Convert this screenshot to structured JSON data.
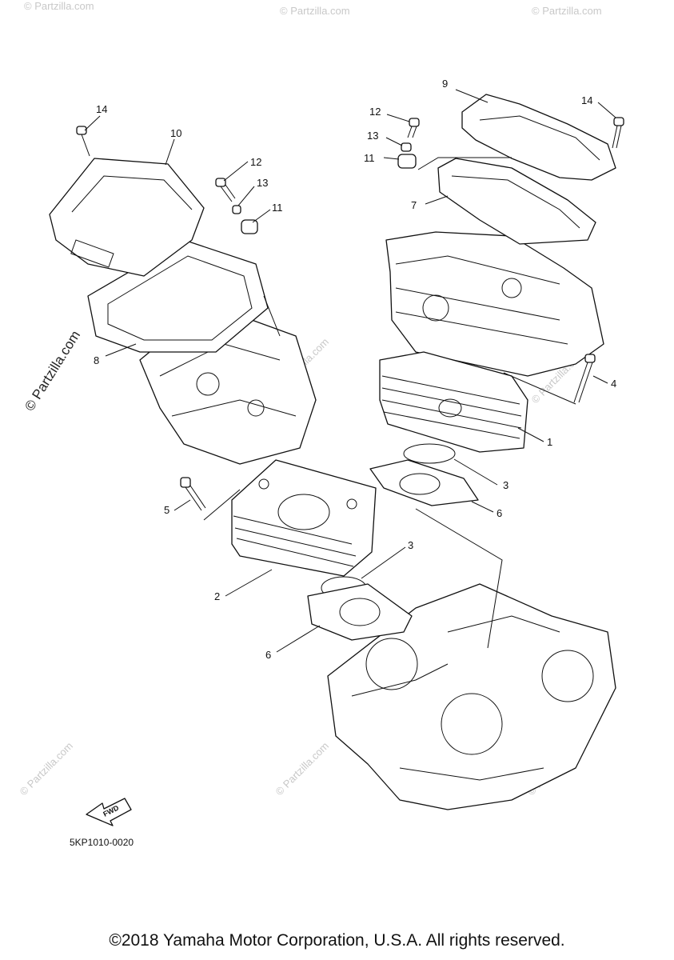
{
  "callouts": {
    "c14a": "14",
    "c10": "10",
    "c12a": "12",
    "c13a": "13",
    "c11a": "11",
    "c8": "8",
    "c9": "9",
    "c12b": "12",
    "c13b": "13",
    "c11b": "11",
    "c14b": "14",
    "c7": "7",
    "c4": "4",
    "c1": "1",
    "c3a": "3",
    "c6a": "6",
    "c5": "5",
    "c3b": "3",
    "c2": "2",
    "c6b": "6"
  },
  "fwd_label": "FWD",
  "diagram_code": "5KP1010-0020",
  "watermark": "© Partzilla.com",
  "watermark_prominent": "© Partzilla.com",
  "copyright": "©2018 Yamaha Motor Corporation, U.S.A. All rights reserved."
}
